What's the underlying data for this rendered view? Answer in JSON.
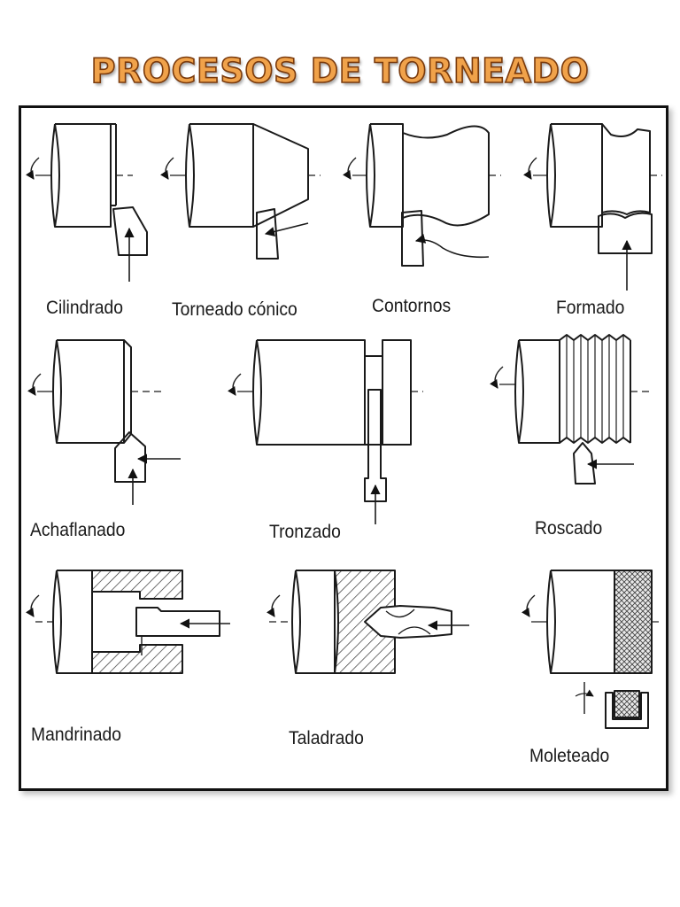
{
  "title": "PROCESOS DE TORNEADO",
  "processes": [
    {
      "label": "Cilindrado"
    },
    {
      "label": "Torneado cónico"
    },
    {
      "label": "Contornos"
    },
    {
      "label": "Formado"
    },
    {
      "label": "Achaflanado"
    },
    {
      "label": "Tronzado"
    },
    {
      "label": "Roscado"
    },
    {
      "label": "Mandrinado"
    },
    {
      "label": "Taladrado"
    },
    {
      "label": "Moleteado"
    }
  ],
  "colors": {
    "title_fill": "#f0a24a",
    "title_outline": "#7a3a0c",
    "line": "#1a1a1a"
  }
}
